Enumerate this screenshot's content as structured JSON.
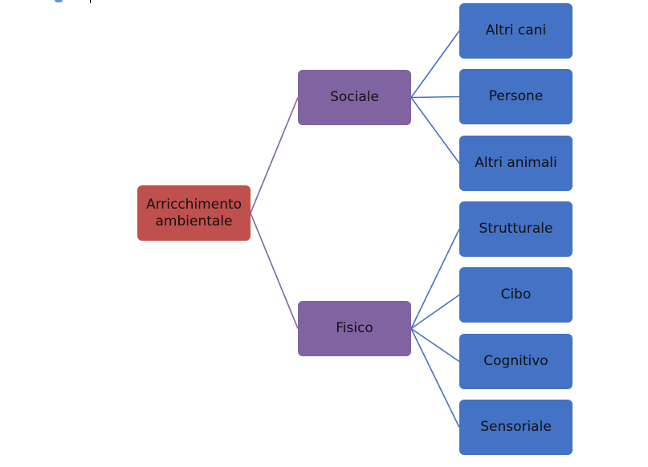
{
  "colors": {
    "root_fill": "#c0504d",
    "level1_fill": "#8064a2",
    "level2_fill": "#4472c4",
    "level1_connector": "#8064a2",
    "level2_connector": "#4472c4"
  },
  "root": {
    "id": "root",
    "label_lines": [
      "Arricchimento",
      "ambientale"
    ]
  },
  "branches": [
    {
      "id": "sociale",
      "label": "Sociale",
      "children": [
        {
          "id": "altri-cani",
          "label": "Altri cani"
        },
        {
          "id": "persone",
          "label": "Persone"
        },
        {
          "id": "altri-animali",
          "label": "Altri animali"
        }
      ]
    },
    {
      "id": "fisico",
      "label": "Fisico",
      "children": [
        {
          "id": "strutturale",
          "label": "Strutturale"
        },
        {
          "id": "cibo",
          "label": "Cibo"
        },
        {
          "id": "cognitivo",
          "label": "Cognitivo"
        },
        {
          "id": "sensoriale",
          "label": "Sensoriale"
        }
      ]
    }
  ]
}
